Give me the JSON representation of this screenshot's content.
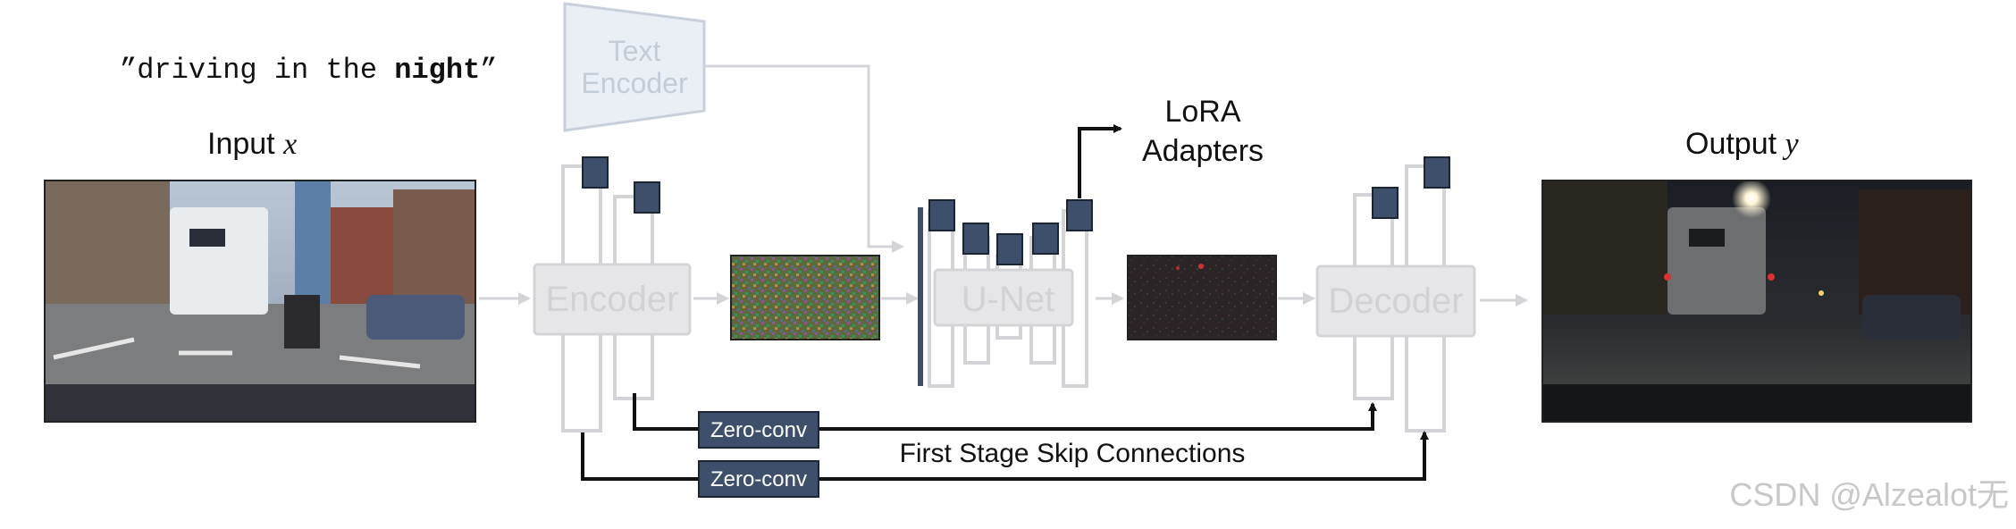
{
  "prompt": {
    "quote_open": "”",
    "prefix": "driving in the ",
    "bold": "night",
    "quote_close": "”"
  },
  "text_encoder": {
    "line1": "Text",
    "line2": "Encoder"
  },
  "input_label": {
    "text": "Input ",
    "var": "x"
  },
  "output_label": {
    "text": "Output ",
    "var": "y"
  },
  "encoder_label": "Encoder",
  "unet_label": "U-Net",
  "decoder_label": "Decoder",
  "lora": {
    "line1": "LoRA",
    "line2": "Adapters"
  },
  "zero_conv_1": "Zero-conv",
  "zero_conv_2": "Zero-conv",
  "skip_label": "First Stage Skip Connections",
  "watermark": "CSDN @Alzealot无",
  "colors": {
    "node": "#3d4f6a",
    "ghost": "#d4d4d8",
    "ghost_fill": "#e6e6e8",
    "arrow": "#111111",
    "text_encoder_fill": "#eaeef5"
  }
}
